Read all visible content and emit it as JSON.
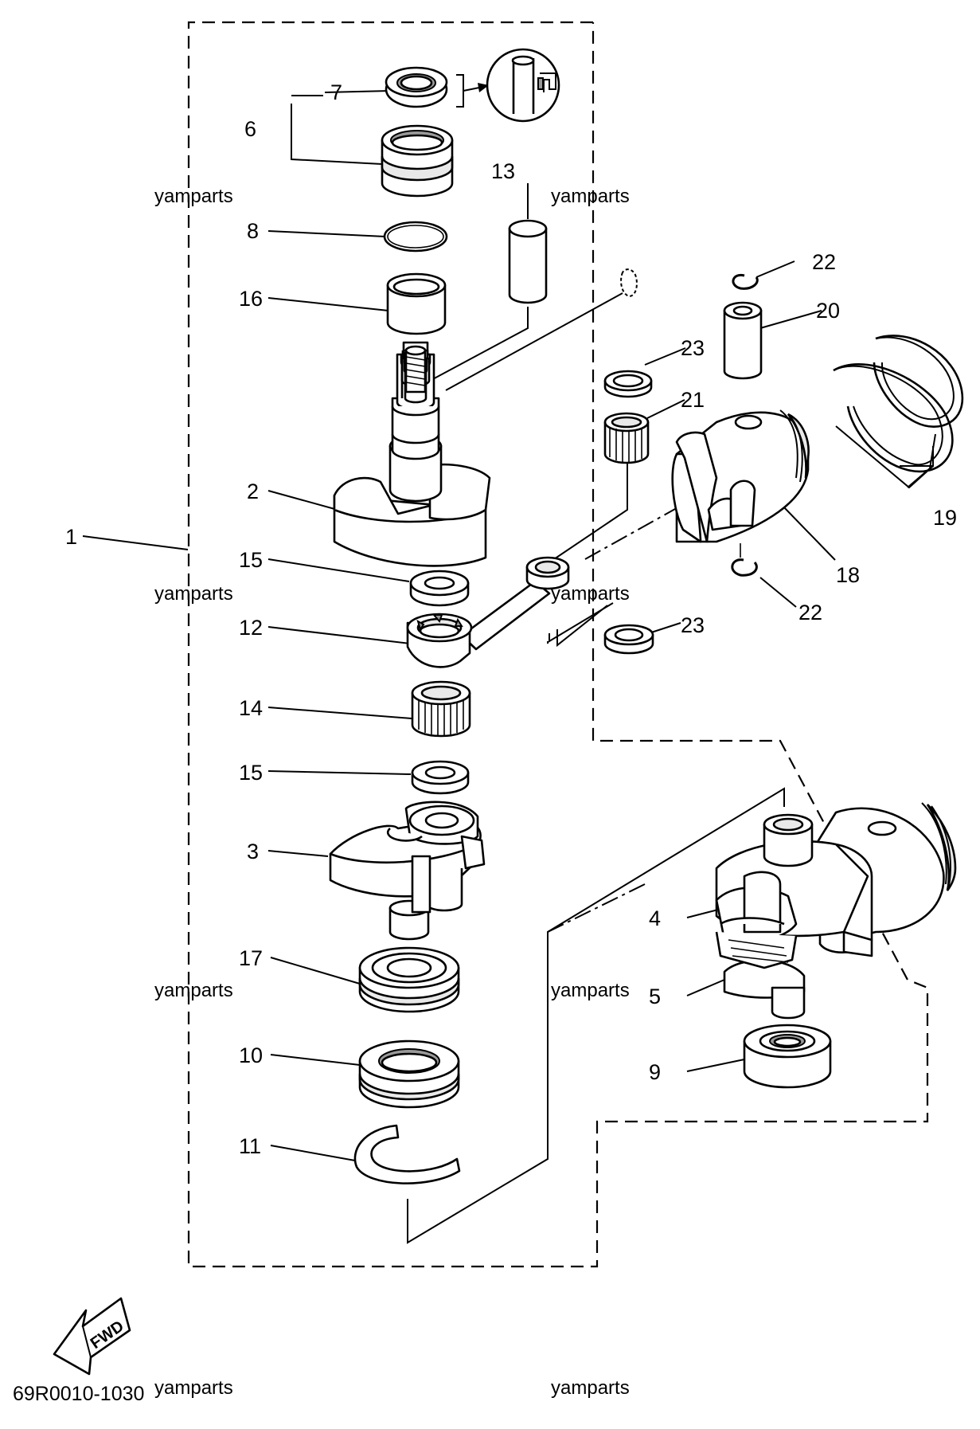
{
  "callouts": [
    {
      "id": "c1",
      "label": "1"
    },
    {
      "id": "c2",
      "label": "2"
    },
    {
      "id": "c3",
      "label": "3"
    },
    {
      "id": "c4",
      "label": "4"
    },
    {
      "id": "c5",
      "label": "5"
    },
    {
      "id": "c6",
      "label": "6"
    },
    {
      "id": "c7",
      "label": "7"
    },
    {
      "id": "c8",
      "label": "8"
    },
    {
      "id": "c9",
      "label": "9"
    },
    {
      "id": "c10",
      "label": "10"
    },
    {
      "id": "c11",
      "label": "11"
    },
    {
      "id": "c12",
      "label": "12"
    },
    {
      "id": "c13",
      "label": "13"
    },
    {
      "id": "c14",
      "label": "14"
    },
    {
      "id": "c15a",
      "label": "15"
    },
    {
      "id": "c15b",
      "label": "15"
    },
    {
      "id": "c16",
      "label": "16"
    },
    {
      "id": "c17",
      "label": "17"
    },
    {
      "id": "c18",
      "label": "18"
    },
    {
      "id": "c19",
      "label": "19"
    },
    {
      "id": "c20",
      "label": "20"
    },
    {
      "id": "c21",
      "label": "21"
    },
    {
      "id": "c22a",
      "label": "22"
    },
    {
      "id": "c22b",
      "label": "22"
    },
    {
      "id": "c23a",
      "label": "23"
    },
    {
      "id": "c23b",
      "label": "23"
    }
  ],
  "watermark": "yamparts",
  "drawing_code": "69R0010-1030",
  "fwd_label": "FWD"
}
